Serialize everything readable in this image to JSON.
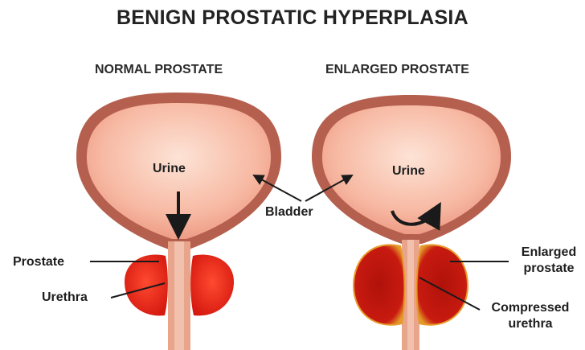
{
  "title": "BENIGN PROSTATIC HYPERPLASIA",
  "panels": {
    "left": {
      "heading": "NORMAL PROSTATE",
      "urine": "Urine",
      "prostate": "Prostate",
      "urethra": "Urethra"
    },
    "right": {
      "heading": "ENLARGED PROSTATE",
      "urine": "Urine",
      "enlarged_line1": "Enlarged",
      "enlarged_line2": "prostate",
      "compressed_line1": "Compressed",
      "compressed_line2": "urethra"
    },
    "shared": {
      "bladder": "Bladder"
    }
  },
  "colors": {
    "bladder_wall": "#b85a4a",
    "bladder_inner": "#f6b7a0",
    "prostate_normal": "#e02a1a",
    "prostate_enlarged": "#c4160e",
    "urethra": "#e9a58c",
    "text": "#1e1e1e"
  }
}
